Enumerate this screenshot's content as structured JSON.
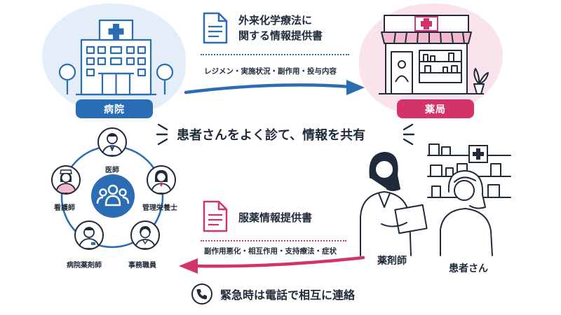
{
  "colors": {
    "blue": "#2a6db5",
    "blue_light": "#e3eef9",
    "pink": "#d2336a",
    "pink_light": "#fbe3ec",
    "ink": "#1f2a3a"
  },
  "hospital": {
    "label": "病院",
    "icon": "hospital-building-icon"
  },
  "pharmacy": {
    "label": "薬局",
    "icon": "pharmacy-building-icon"
  },
  "doc_to_pharmacy": {
    "title_line1": "外来化学療法に",
    "title_line2": "関する情報提供書",
    "subtitle": "レジメン・実施状況・副作用・投与内容"
  },
  "center_message": "患者さんをよく診て、情報を共有",
  "team": {
    "center_icon": "team-group-icon",
    "members": [
      {
        "label": "医師",
        "icon": "doctor-icon"
      },
      {
        "label": "管理栄養士",
        "icon": "dietitian-icon"
      },
      {
        "label": "事務職員",
        "icon": "office-staff-icon"
      },
      {
        "label": "病院薬剤師",
        "icon": "hospital-pharmacist-icon"
      },
      {
        "label": "看護師",
        "icon": "nurse-icon"
      }
    ]
  },
  "doc_to_hospital": {
    "title": "服薬情報提供書",
    "subtitle": "副作用悪化・相互作用・支持療法・症状"
  },
  "pharmacist_label": "薬剤師",
  "patient_label": "患者さん",
  "emergency": {
    "text": "緊急時は電話で相互に連絡",
    "icon": "phone-icon"
  }
}
